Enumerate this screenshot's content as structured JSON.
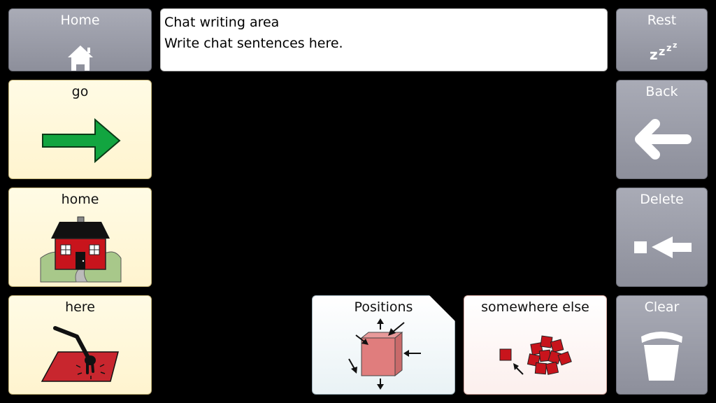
{
  "chat": {
    "title": "Chat writing area",
    "placeholder": "Write chat sentences here."
  },
  "left_column": {
    "home_button": "Home",
    "go": "go",
    "home_word": "home",
    "here": "here"
  },
  "right_column": {
    "rest": "Rest",
    "back": "Back",
    "delete": "Delete",
    "clear": "Clear"
  },
  "bottom_row": {
    "positions": "Positions",
    "somewhere_else": "somewhere else"
  },
  "colors": {
    "function_tile": "#8d8f9b",
    "word_tile_cream": "#fff4cf",
    "folder_tile": "#e9f2f5",
    "phrase_tile_pink": "#fcefed",
    "go_arrow": "#12a540",
    "house_red": "#c8141c"
  },
  "icons": {
    "home": "house-icon",
    "rest": "sleep-zzz-icon",
    "back": "arrow-left-icon",
    "delete": "backspace-icon",
    "clear": "trash-can-icon"
  }
}
